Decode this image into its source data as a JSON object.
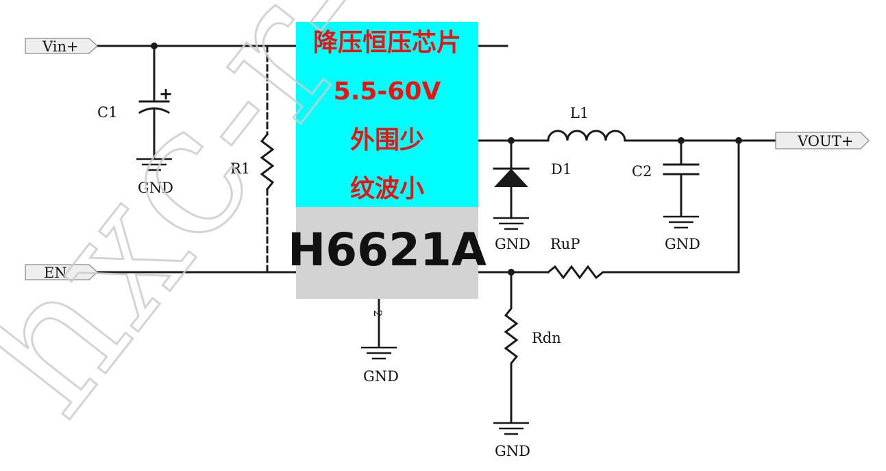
{
  "ports": {
    "vin": "Vin+",
    "en": "EN",
    "vout": "VOUT+"
  },
  "components": {
    "c1": "C1",
    "c2": "C2",
    "r1": "R1",
    "l1": "L1",
    "d1": "D1",
    "rup": "RuP",
    "rdn": "Rdn",
    "polarity": "+",
    "pin2": "2"
  },
  "ground_label": "GND",
  "chip": {
    "line1": "降压恒压芯片",
    "line2": "5.5-60V",
    "line3": "外围少",
    "line4": "纹波小",
    "part_number": "H6621A",
    "colors": {
      "top": "#00ffff",
      "bottom": "#d3d3d3",
      "feature_text": "#ee1111"
    }
  },
  "watermark": "hxc-r-vre"
}
